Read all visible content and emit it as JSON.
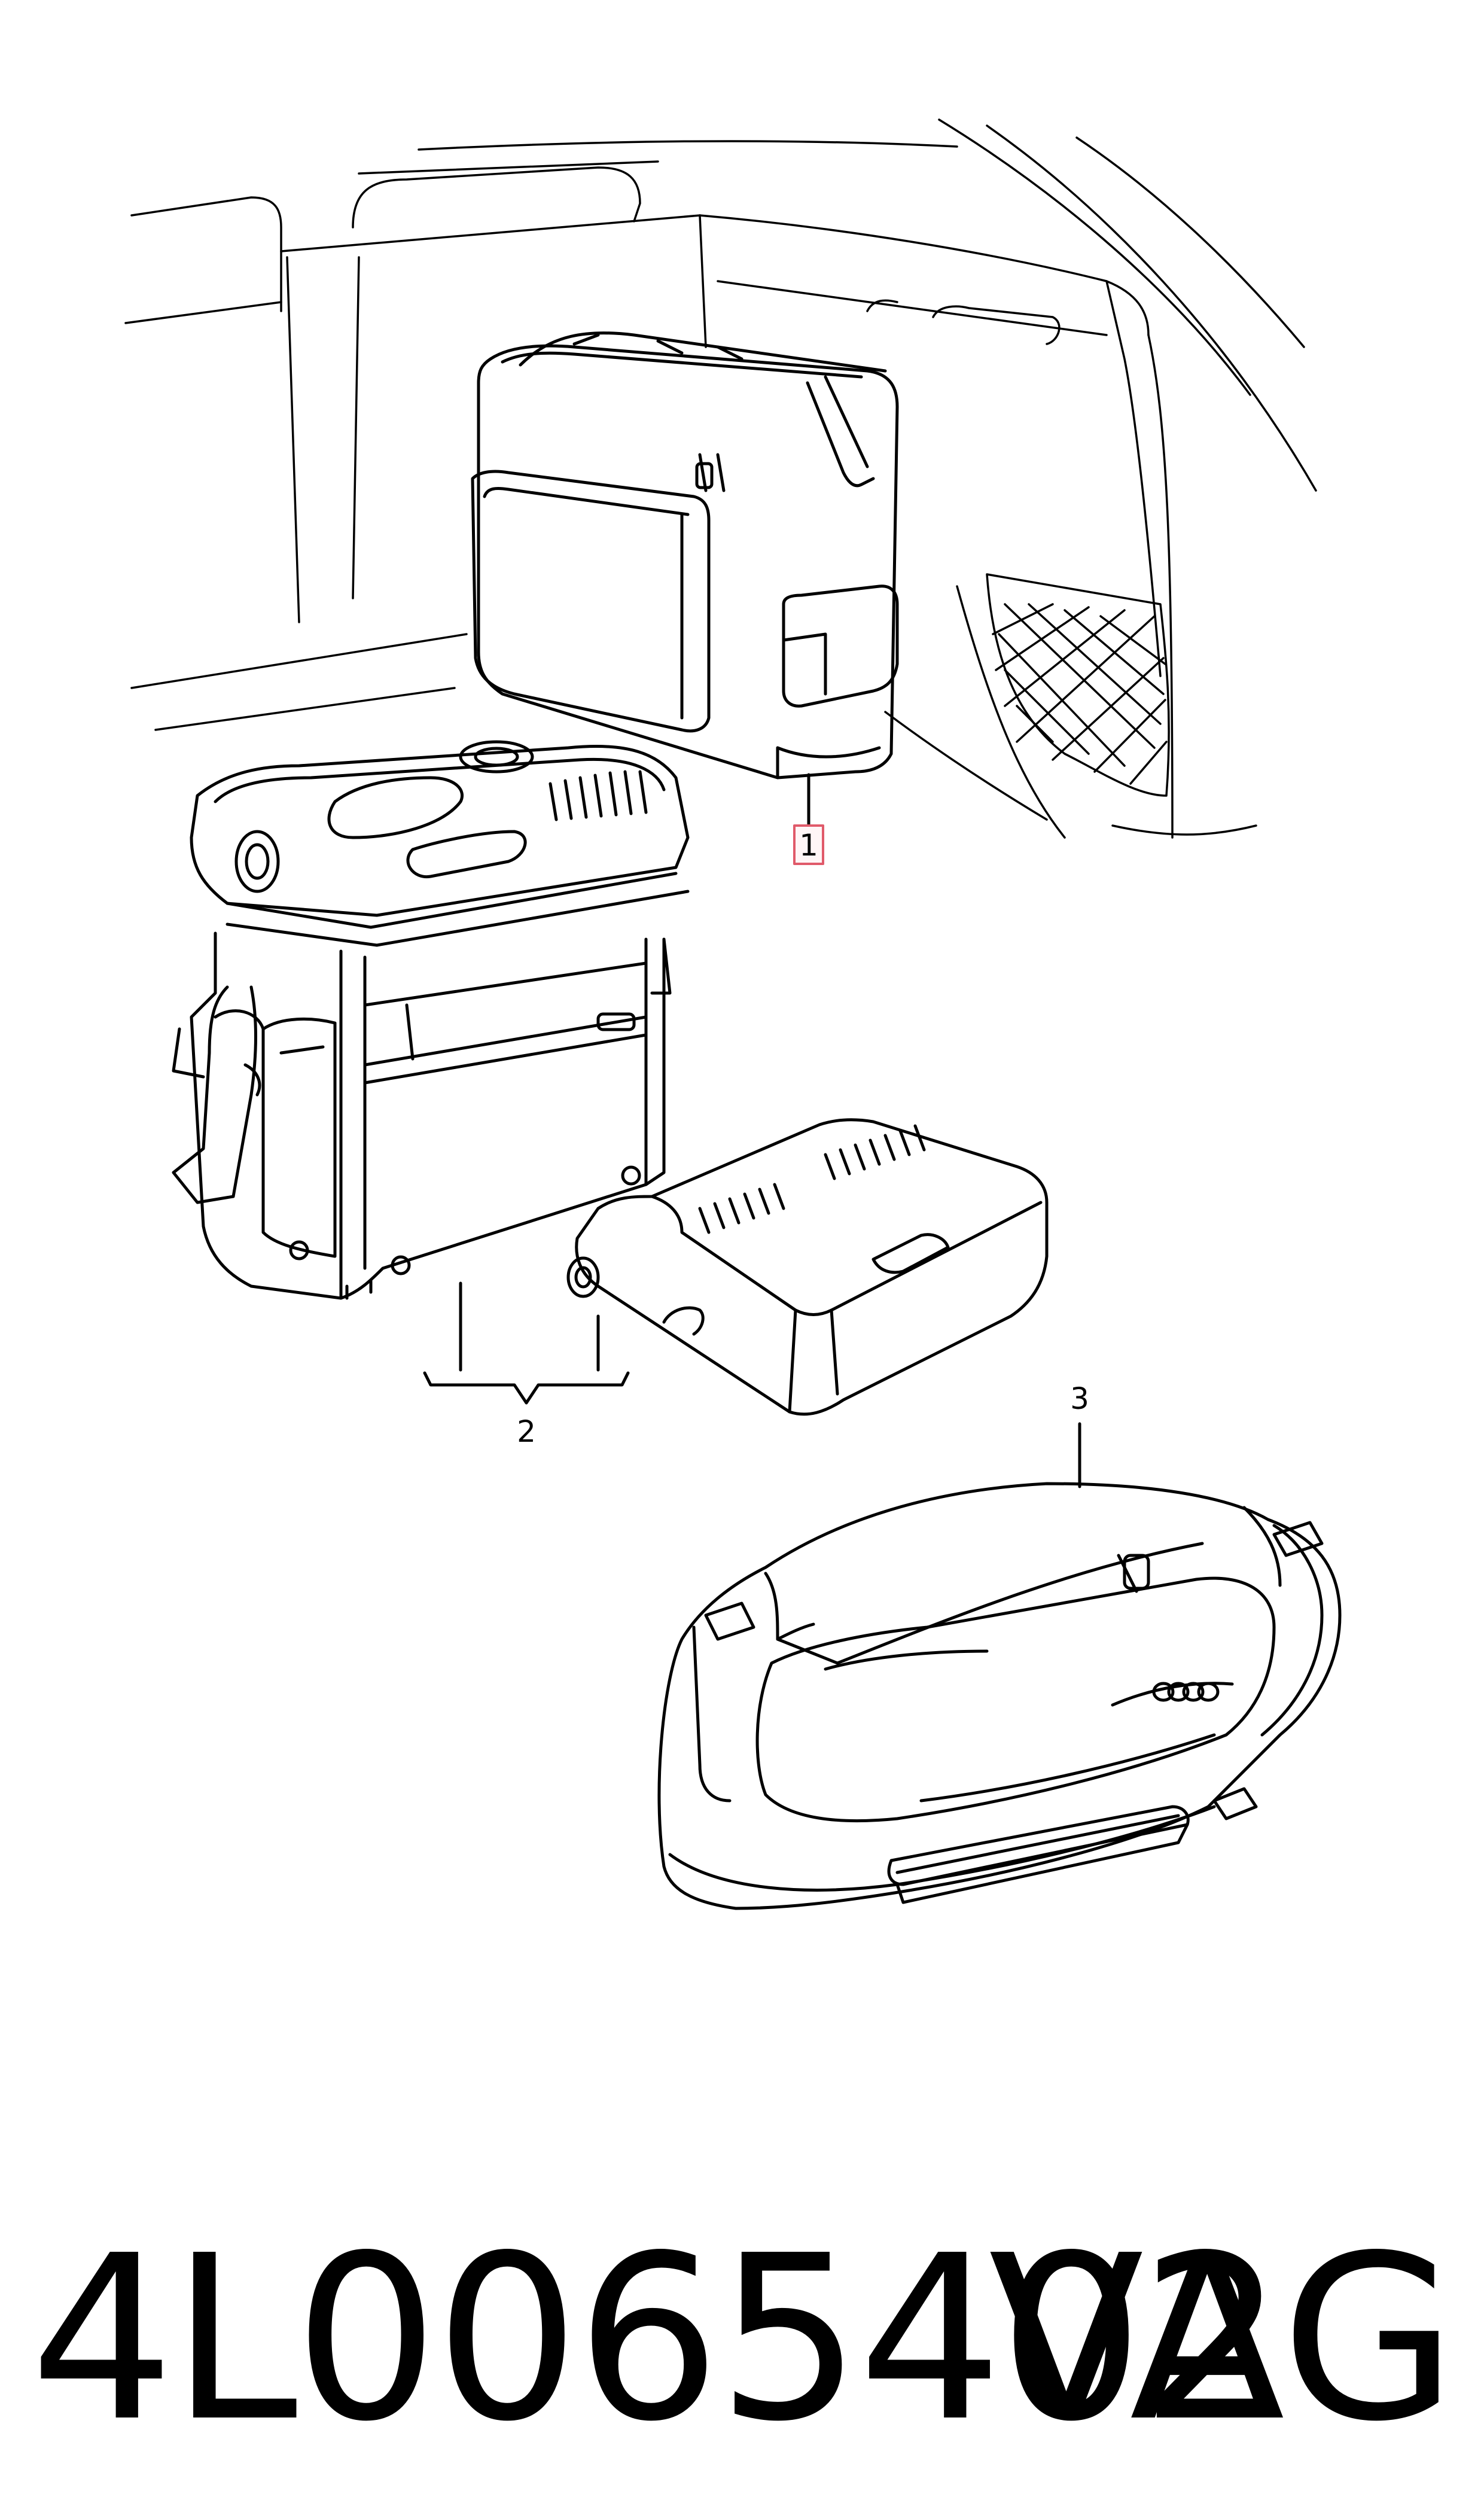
{
  "callouts": [
    {
      "id": "callout-1",
      "label": "1",
      "highlighted": true
    },
    {
      "id": "callout-2",
      "label": "2",
      "highlighted": false
    },
    {
      "id": "callout-3",
      "label": "3",
      "highlighted": false
    }
  ],
  "footer": {
    "part_number": "4L0065402",
    "maker": "VAG"
  },
  "colors": {
    "line": "#000000",
    "highlight": "#e05a6a",
    "background": "#ffffff"
  }
}
